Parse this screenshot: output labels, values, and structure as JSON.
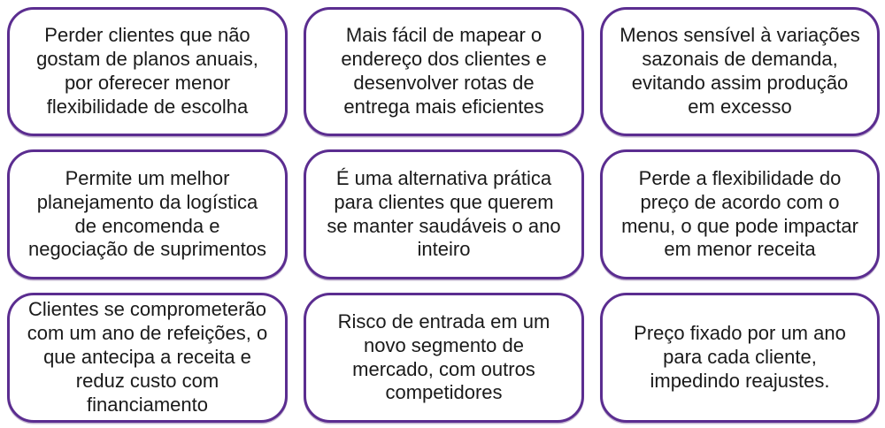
{
  "figure": {
    "background": "#ffffff",
    "border_color": "#5b2d90",
    "text_color": "#1a1a1a",
    "language": "pt-BR"
  },
  "cards": [
    {
      "text": "Perder clientes que não\ngostam de planos anuais,\npor oferecer menor\nflexibilidade de escolha"
    },
    {
      "text": "Mais fácil de mapear o\nendereço dos clientes e\ndesenvolver rotas de\nentrega mais eficientes"
    },
    {
      "text": "Menos sensível à variações\nsazonais de demanda,\nevitando assim produção\nem excesso"
    },
    {
      "text": "Permite um melhor\nplanejamento da logística\nde encomenda e\nnegociação de suprimentos"
    },
    {
      "text": "É uma alternativa prática\npara clientes que querem\nse manter saudáveis o ano\ninteiro"
    },
    {
      "text": "Perde a flexibilidade do\npreço de acordo com o\nmenu, o que pode impactar\nem menor receita"
    },
    {
      "text": "Clientes se comprometerão\ncom um ano de refeições, o\nque antecipa a receita e\nreduz custo com\nfinanciamento"
    },
    {
      "text": "Risco de entrada em um\nnovo segmento de\nmercado, com outros\ncompetidores"
    },
    {
      "text": "Preço fixado por um ano\npara cada cliente,\nimpedindo reajustes."
    }
  ]
}
